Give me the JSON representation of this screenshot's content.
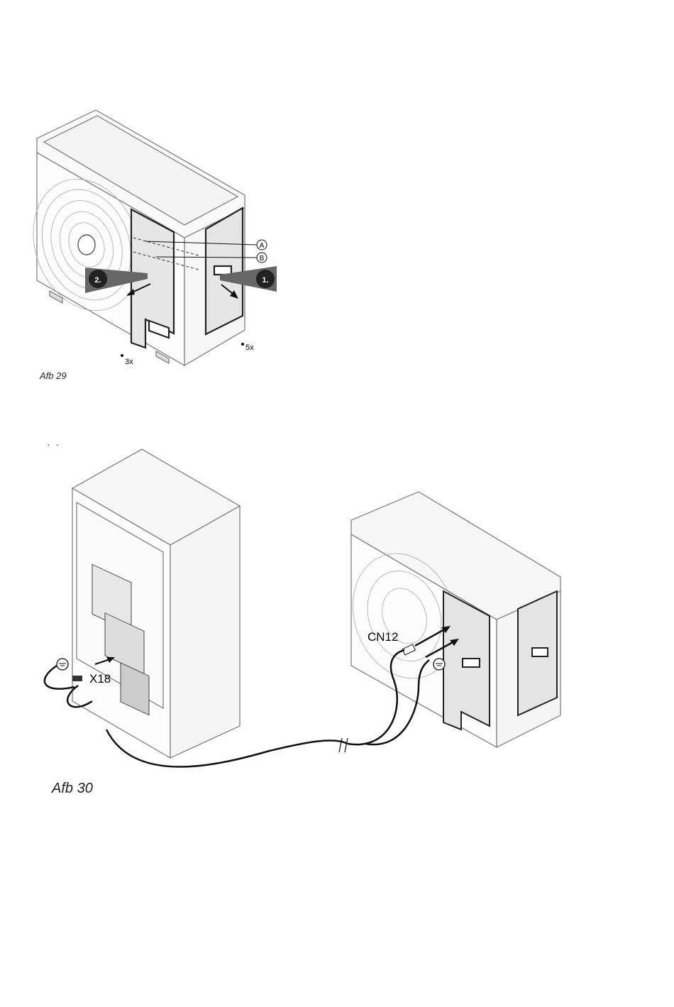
{
  "figure29": {
    "caption": "Afb 29",
    "callout_a": "A",
    "callout_b": "B",
    "step_1": "1.",
    "step_2": "2.",
    "screw_count_left": "3x",
    "screw_count_right": "5x"
  },
  "figure30": {
    "caption": "Afb 30",
    "label_x18": "X18",
    "label_cn12": "CN12"
  },
  "stray_mark": "· ·"
}
